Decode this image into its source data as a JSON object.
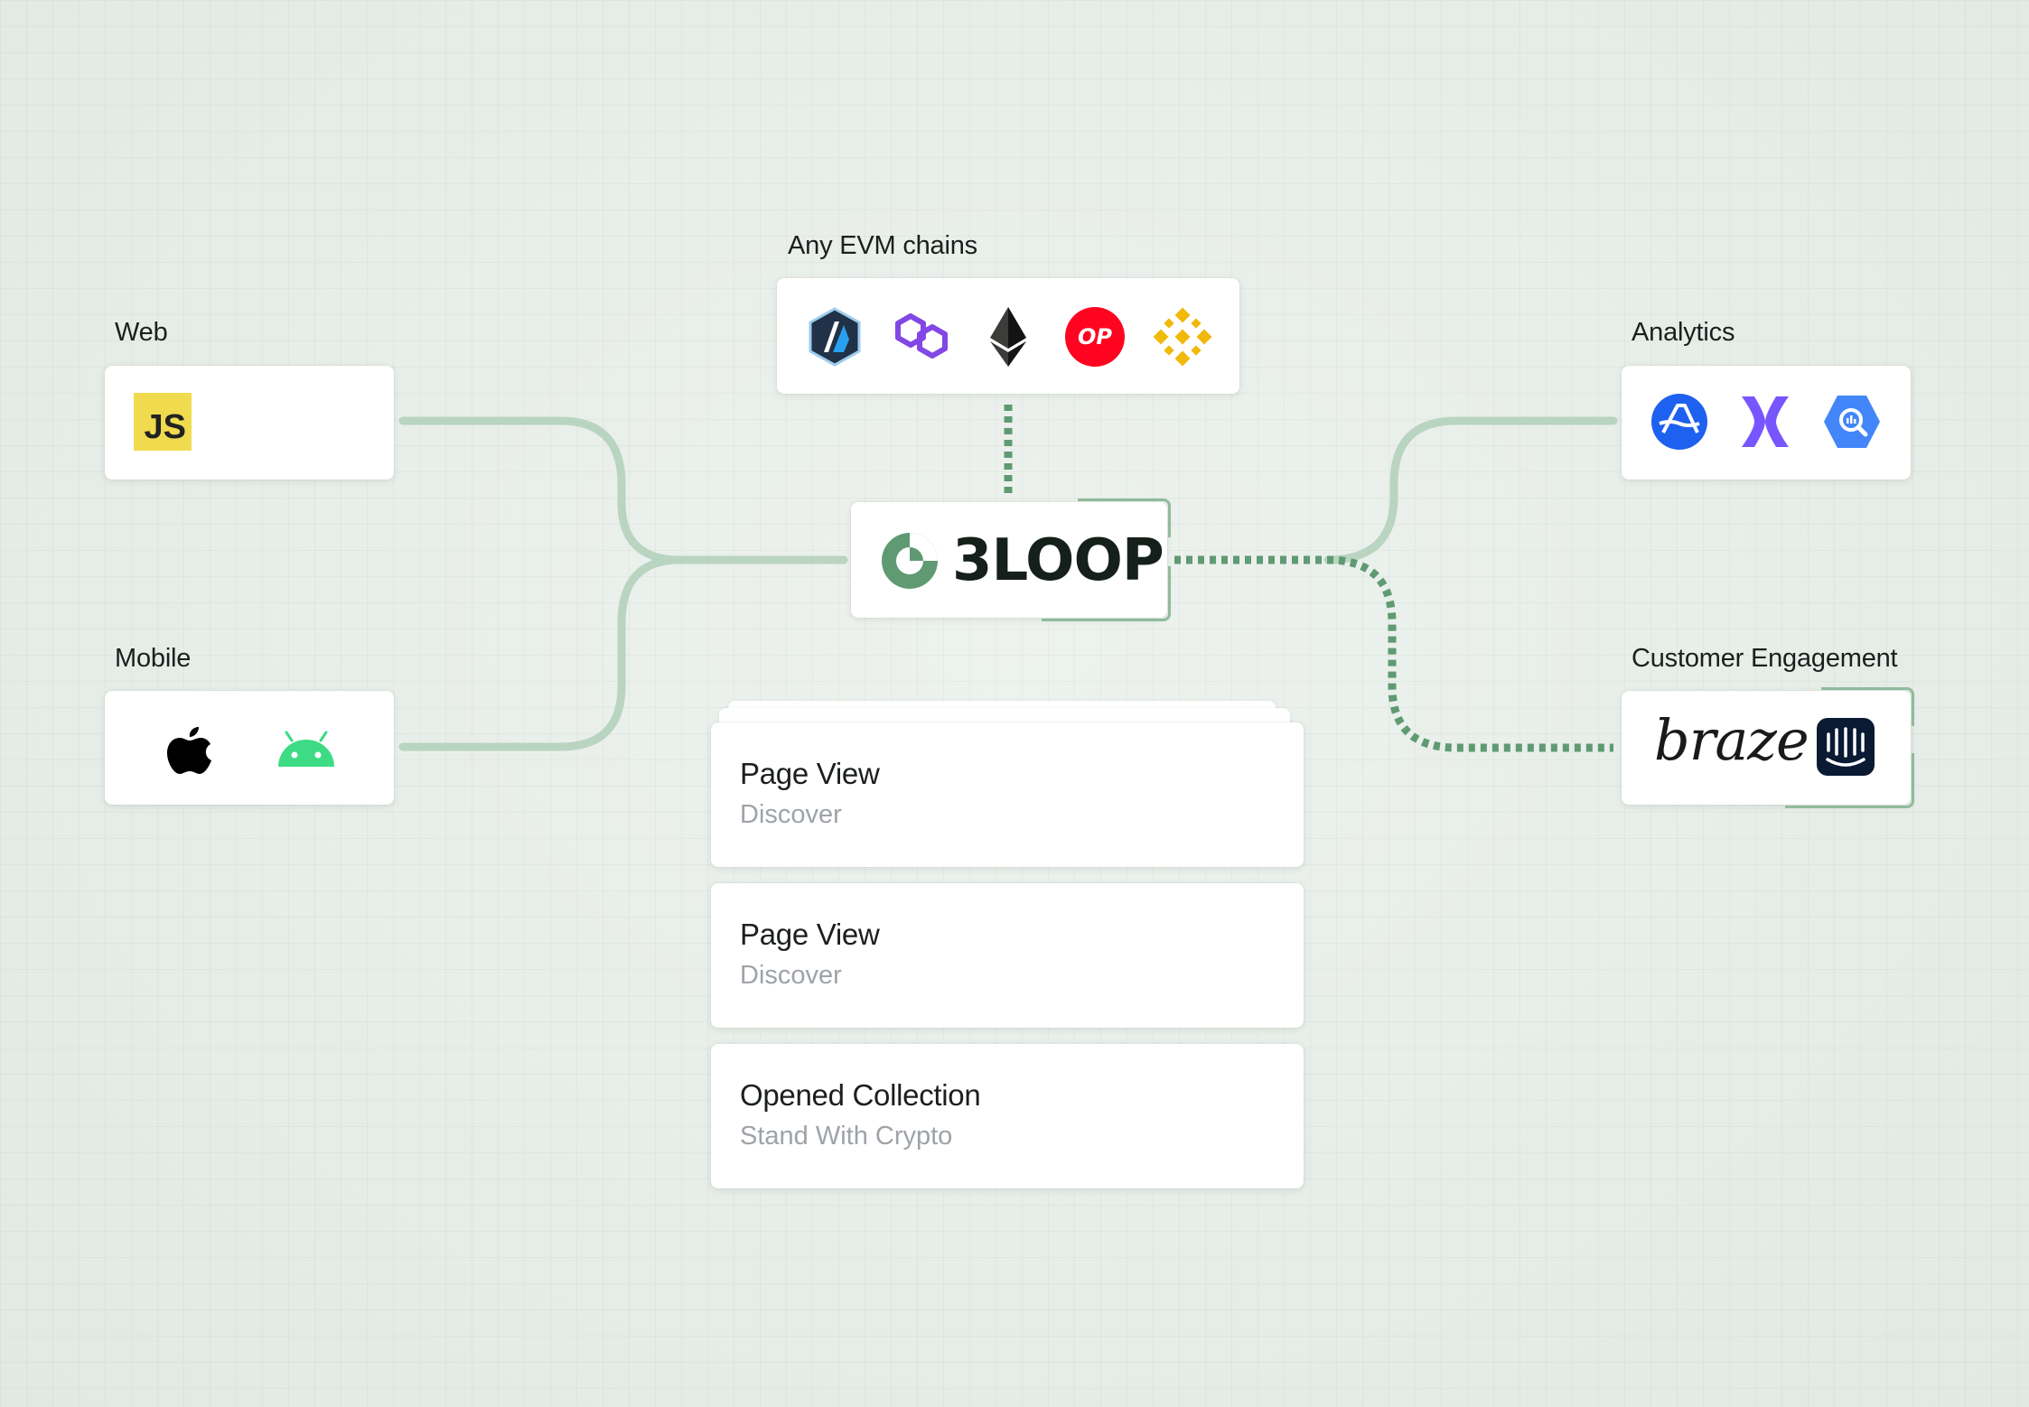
{
  "sources": {
    "web": {
      "label": "Web",
      "icons": [
        "javascript-icon"
      ],
      "js_text": "JS"
    },
    "mobile": {
      "label": "Mobile",
      "icons": [
        "apple-icon",
        "android-icon"
      ]
    }
  },
  "chains": {
    "label": "Any EVM chains",
    "icons": [
      "arbitrum-icon",
      "polygon-icon",
      "ethereum-icon",
      "optimism-icon",
      "bnb-chain-icon"
    ],
    "op_text": "OP"
  },
  "hub": {
    "name": "3LOOP"
  },
  "destinations": {
    "analytics": {
      "label": "Analytics",
      "icons": [
        "amplitude-icon",
        "mixpanel-icon",
        "bigquery-icon"
      ]
    },
    "engagement": {
      "label": "Customer Engagement",
      "braze_text": "braze",
      "icons": [
        "braze-logo",
        "intercom-icon"
      ]
    }
  },
  "events": [
    {
      "title": "Page View",
      "subtitle": "Discover"
    },
    {
      "title": "Page View",
      "subtitle": "Discover"
    },
    {
      "title": "Opened Collection",
      "subtitle": "Stand With Crypto"
    }
  ],
  "colors": {
    "connector_solid": "#b9d4c1",
    "connector_dotted": "#5f9a73",
    "hub_accent": "#8fbb9d",
    "javascript": "#f0db4f",
    "polygon": "#8247e5",
    "optimism": "#ff0420",
    "bnb": "#f0b90b",
    "amplitude": "#1e61f0",
    "mixpanel": "#7856ff",
    "bigquery": "#4386fa",
    "intercom": "#0b1a33",
    "android": "#3ddc84"
  }
}
